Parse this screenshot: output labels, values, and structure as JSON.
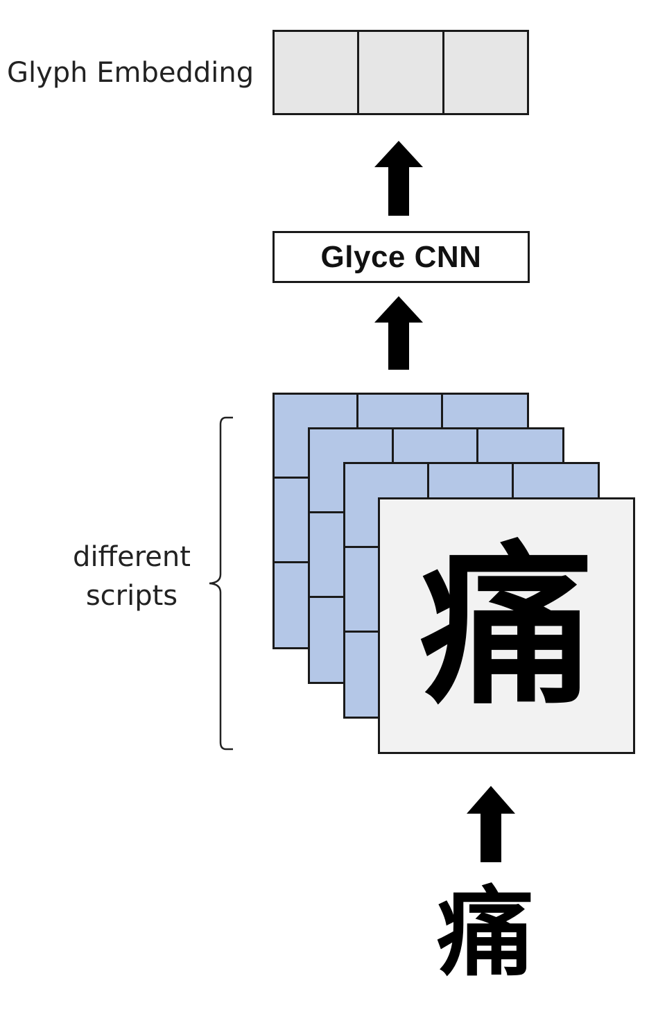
{
  "labels": {
    "glyph_embedding": "Glyph Embedding",
    "cnn": "Glyce CNN",
    "scripts_line1": "different",
    "scripts_line2": "scripts"
  },
  "glyph": {
    "character": "痛"
  },
  "colors": {
    "embedding_fill": "#e6e6e6",
    "layer_fill": "#b4c7e7",
    "front_fill": "#f2f2f2",
    "stroke": "#1a1a1a"
  },
  "structure": {
    "embedding_cells": 3,
    "layer_count": 4,
    "layer_grid": "3x3"
  }
}
